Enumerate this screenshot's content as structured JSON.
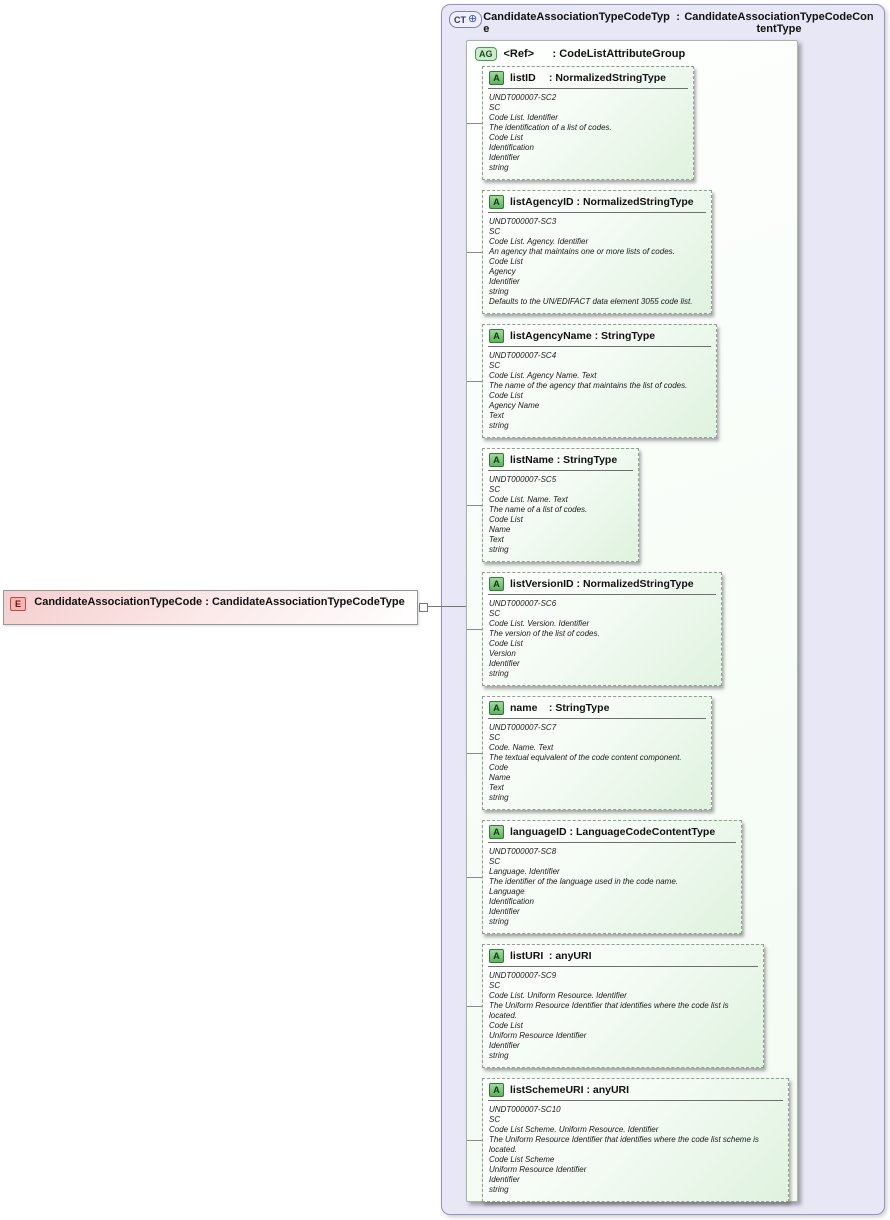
{
  "separator": " : ",
  "badges": {
    "element": "E",
    "complex_type": "CT",
    "attribute_group": "AG",
    "attribute": "A"
  },
  "icons": {
    "circle_plus_glyph": "⊕"
  },
  "element": {
    "name": "CandidateAssociationTypeCode",
    "type": "CandidateAssociationTypeCodeType"
  },
  "complex_type": {
    "name": "CandidateAssociationTypeCodeType",
    "content_type": "CandidateAssociationTypeCodeContentType",
    "attribute_group": {
      "ref": "<Ref>",
      "name": "CodeListAttributeGroup",
      "attributes": [
        {
          "name": "listID",
          "type": "NormalizedStringType",
          "details": [
            "UNDT000007-SC2",
            "SC",
            "Code List. Identifier",
            "The identification of a list of codes.",
            "Code List",
            "Identification",
            "Identifier",
            "string"
          ]
        },
        {
          "name": "listAgencyID",
          "type": "NormalizedStringType",
          "details": [
            "UNDT000007-SC3",
            "SC",
            "Code List. Agency. Identifier",
            "An agency that maintains one or more lists of codes.",
            "Code List",
            "Agency",
            "Identifier",
            "string",
            "Defaults to the UN/EDIFACT data element 3055 code list."
          ]
        },
        {
          "name": "listAgencyName",
          "type": "StringType",
          "details": [
            "UNDT000007-SC4",
            "SC",
            "Code List. Agency Name. Text",
            "The name of the agency that maintains the list of codes.",
            "Code List",
            "Agency Name",
            "Text",
            "string"
          ]
        },
        {
          "name": "listName",
          "type": "StringType",
          "details": [
            "UNDT000007-SC5",
            "SC",
            "Code List. Name. Text",
            "The name of a list of codes.",
            "Code List",
            "Name",
            "Text",
            "string"
          ]
        },
        {
          "name": "listVersionID",
          "type": "NormalizedStringType",
          "details": [
            "UNDT000007-SC6",
            "SC",
            "Code List. Version. Identifier",
            "The version of the list of codes.",
            "Code List",
            "Version",
            "Identifier",
            "string"
          ]
        },
        {
          "name": "name",
          "type": "StringType",
          "details": [
            "UNDT000007-SC7",
            "SC",
            "Code. Name. Text",
            "The textual equivalent of the code content component.",
            "Code",
            "Name",
            "Text",
            "string"
          ]
        },
        {
          "name": "languageID",
          "type": "LanguageCodeContentType",
          "details": [
            "UNDT000007-SC8",
            "SC",
            "Language. Identifier",
            "The identifier of the language used in the code name.",
            "Language",
            "Identification",
            "Identifier",
            "string"
          ]
        },
        {
          "name": "listURI",
          "type": "anyURI",
          "details": [
            "UNDT000007-SC9",
            "SC",
            "Code List. Uniform Resource. Identifier",
            "The Uniform Resource Identifier that identifies where the code list is located.",
            "Code List",
            "Uniform Resource Identifier",
            "Identifier",
            "string"
          ]
        },
        {
          "name": "listSchemeURI",
          "type": "anyURI",
          "details": [
            "UNDT000007-SC10",
            "SC",
            "Code List Scheme. Uniform Resource. Identifier",
            "The Uniform Resource Identifier that identifies where the code list scheme is located.",
            "Code List Scheme",
            "Uniform Resource Identifier",
            "Identifier",
            "string"
          ]
        }
      ]
    }
  }
}
